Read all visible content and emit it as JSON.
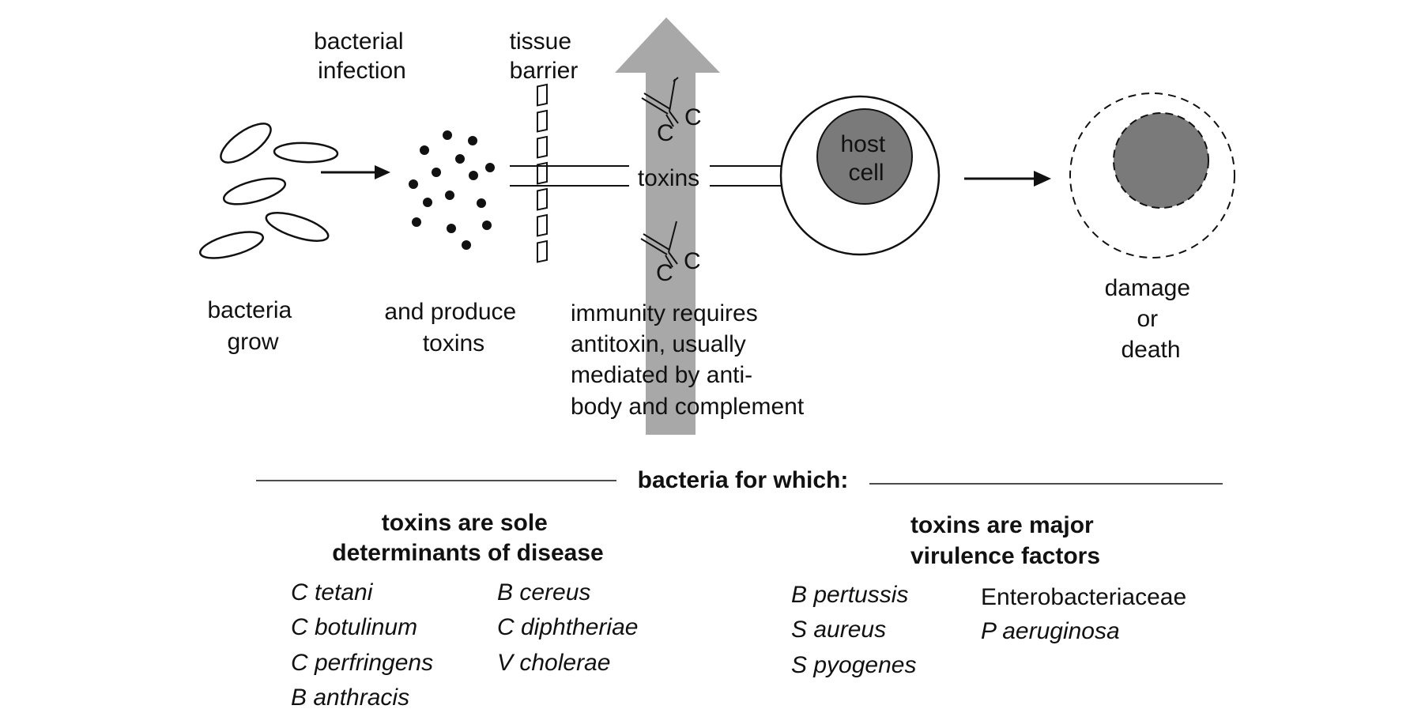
{
  "labels": {
    "bacterial_infection": [
      "bacterial",
      "infection"
    ],
    "tissue_barrier": [
      "tissue",
      "barrier"
    ],
    "bacteria_grow": [
      "bacteria",
      "grow"
    ],
    "produce_toxins": [
      "and produce",
      "toxins"
    ],
    "immunity": [
      "immunity requires",
      "antitoxin, usually",
      "mediated by anti-",
      "body and complement"
    ],
    "toxins": "toxins",
    "host_cell": [
      "host",
      "cell"
    ],
    "damage": [
      "damage",
      "or",
      "death"
    ],
    "complement_symbol": "C"
  },
  "bottom": {
    "heading": "bacteria for which:",
    "sole": {
      "title": [
        "toxins are sole",
        "determinants of disease"
      ],
      "col1": [
        "C tetani",
        "C botulinum",
        "C perfringens",
        "B anthracis"
      ],
      "col2": [
        "B cereus",
        "C diphtheriae",
        "V cholerae"
      ]
    },
    "major": {
      "title": [
        "toxins are major",
        "virulence factors"
      ],
      "col1": [
        "B pertussis",
        "S aureus",
        "S pyogenes"
      ],
      "col2": [
        "Enterobacteriaceae",
        "P aeruginosa"
      ]
    }
  },
  "colors": {
    "immunity_arrow": "#a8a8a8",
    "host_nucleus": "#7a7a7a",
    "damaged_nucleus": "#7a7a7a",
    "ink": "#111111"
  }
}
